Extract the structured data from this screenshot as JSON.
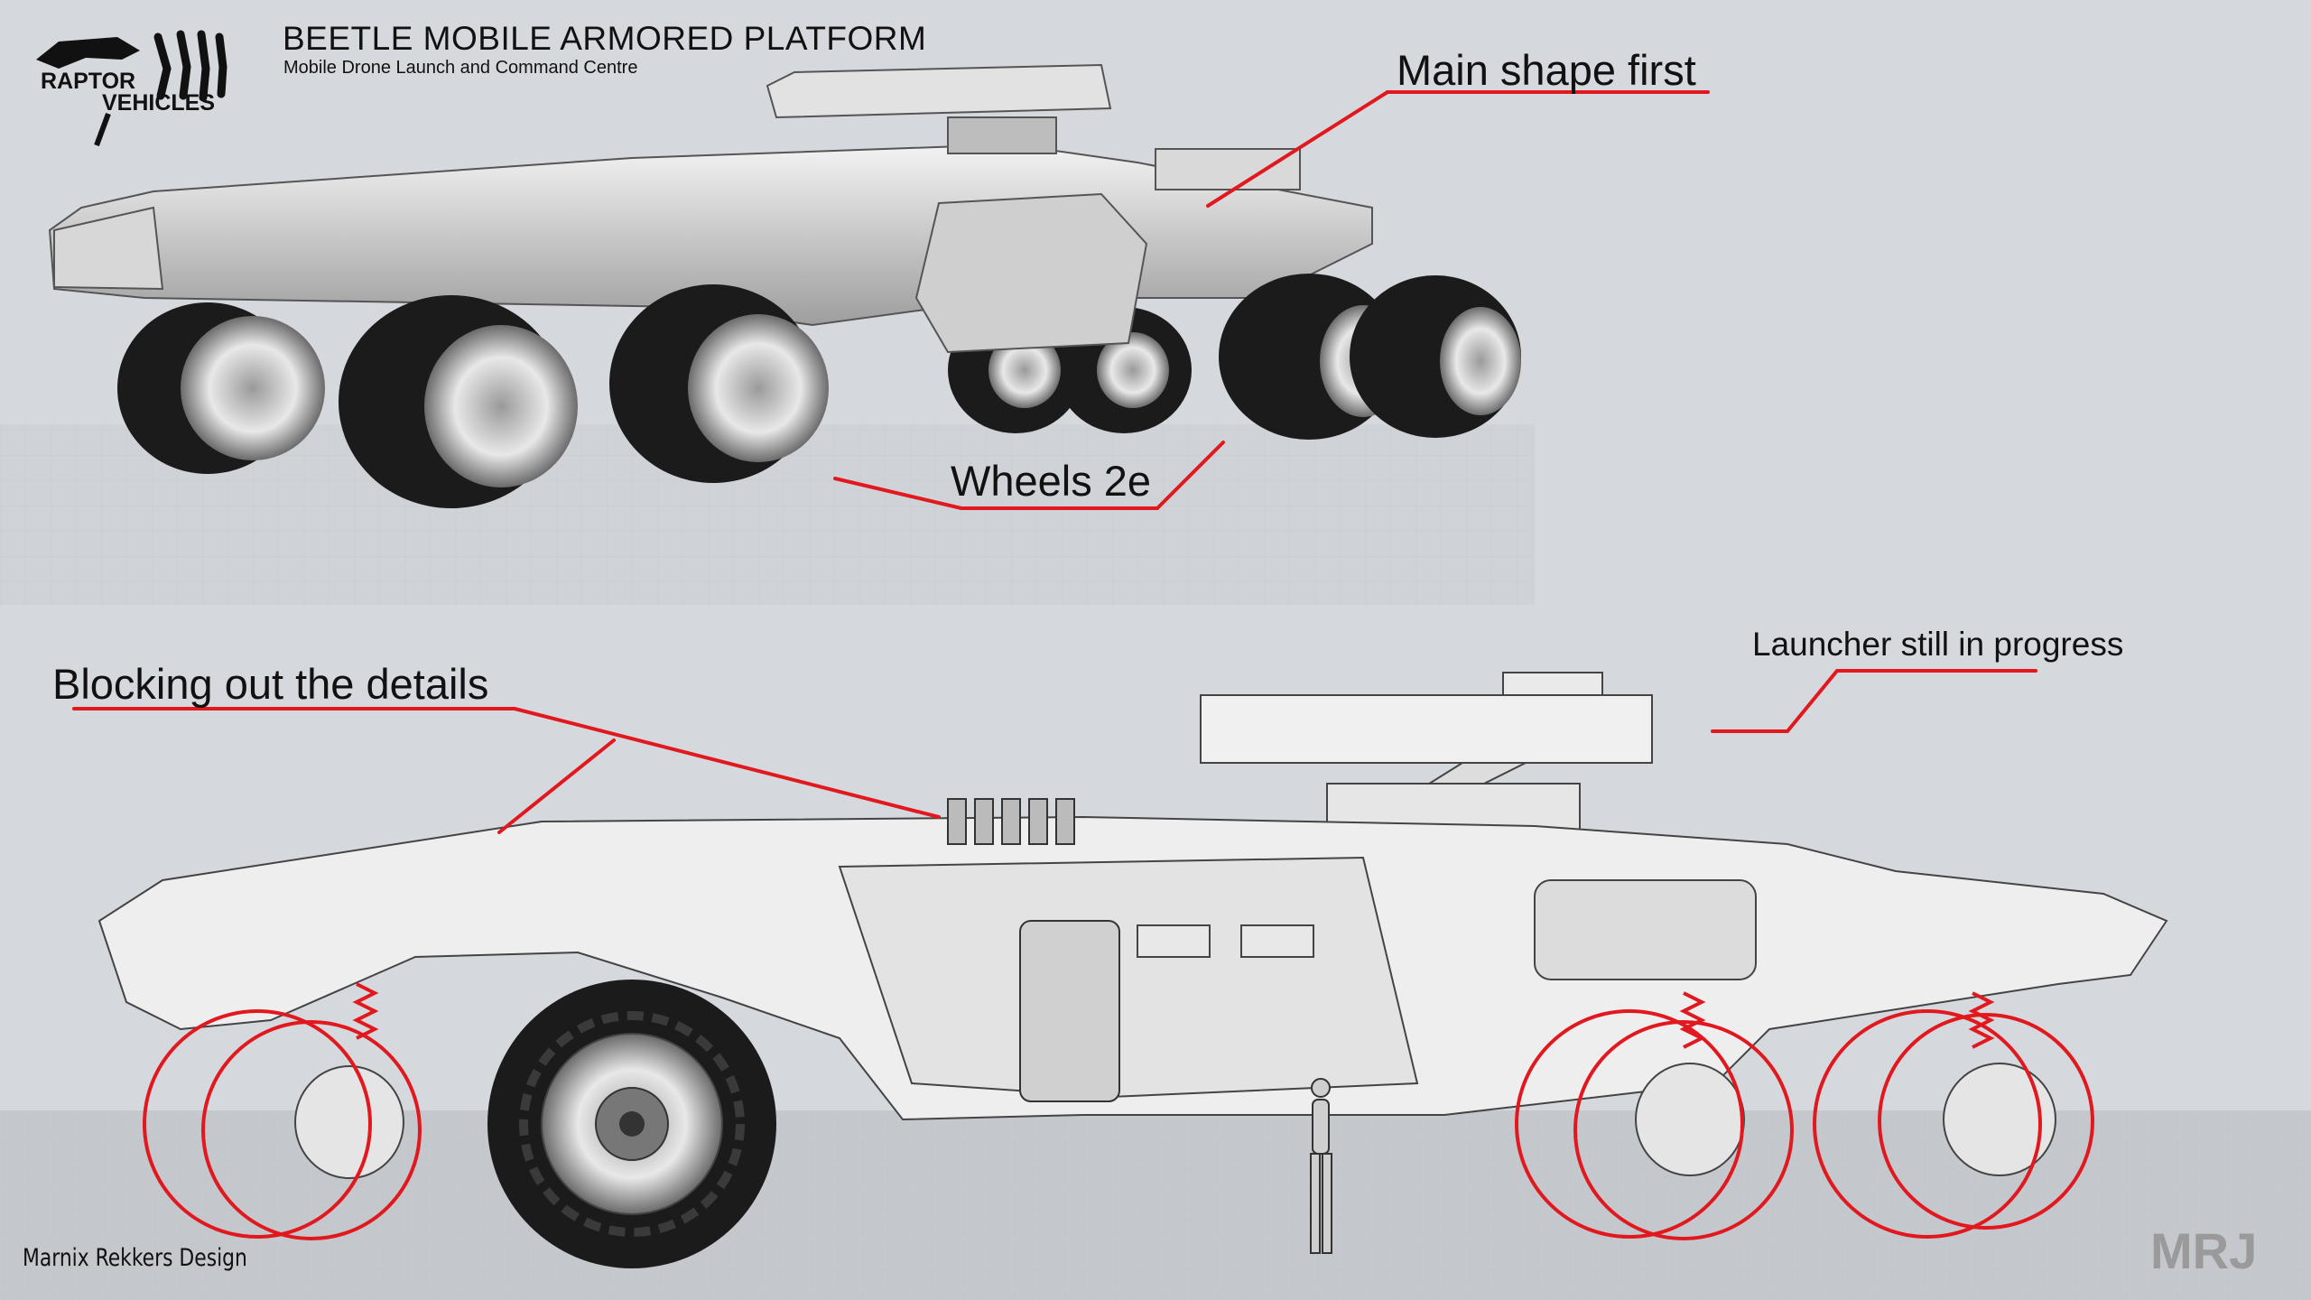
{
  "header": {
    "title": "BEETLE MOBILE ARMORED PLATFORM",
    "subtitle": "Mobile Drone Launch and Command Centre"
  },
  "logo": {
    "line1": "RAPTOR",
    "line2": "VEHICLES",
    "icon": "raptor-skull-claw-icon"
  },
  "annotations": {
    "main_shape": "Main shape first",
    "wheels": "Wheels 2e",
    "blocking": "Blocking out the details",
    "launcher": "Launcher still in progress"
  },
  "footer": {
    "credit": "Marnix Rekkers Design",
    "brand_mark": "MRJ"
  },
  "colors": {
    "background": "#d5d9dd",
    "annotation_red": "#e1191f",
    "body_light": "#eeeeee",
    "body_mid": "#bdbdbd",
    "tire": "#1b1b1b"
  }
}
